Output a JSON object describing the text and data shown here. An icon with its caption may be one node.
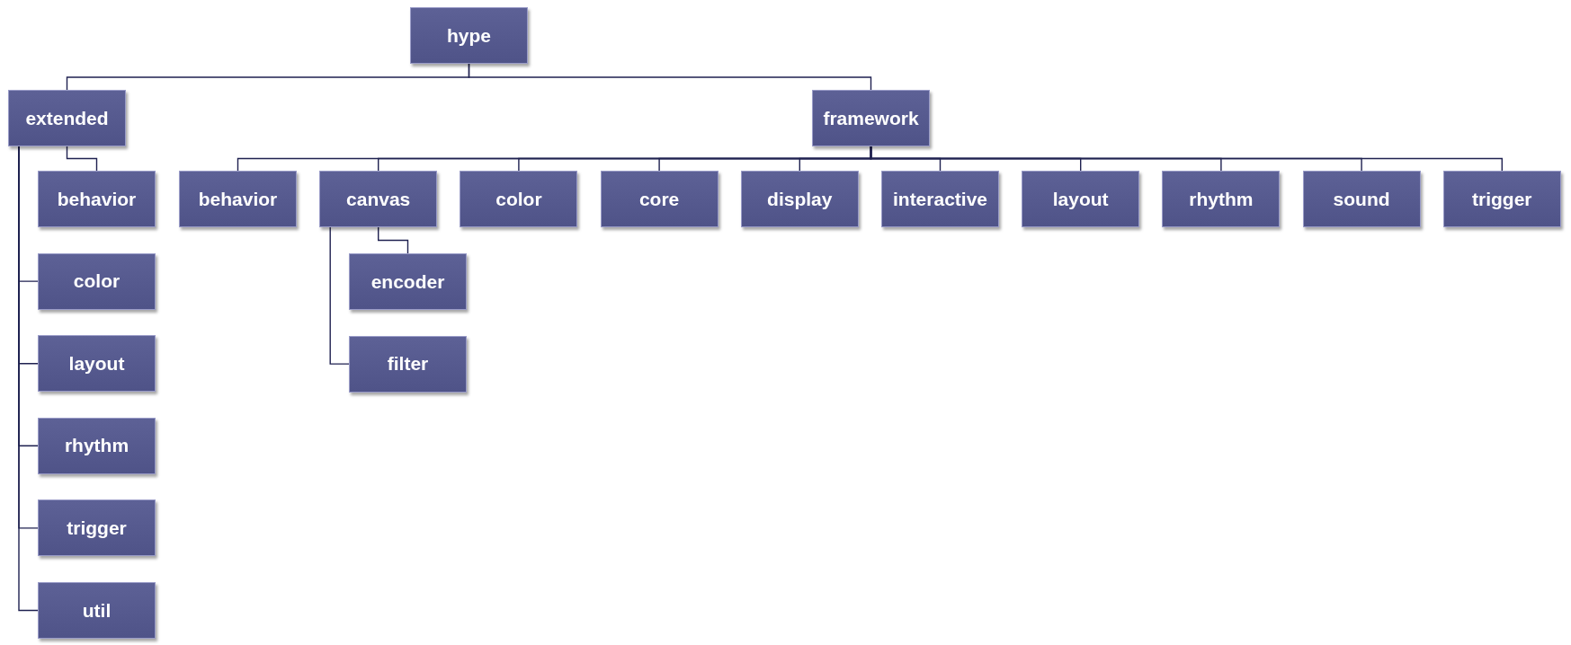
{
  "diagram": {
    "nodes": [
      {
        "text": [
          "hype"
        ]
      },
      {
        "text": [
          "extended"
        ]
      },
      {
        "text": [
          "framework"
        ]
      },
      {
        "text": [
          "behavior"
        ]
      },
      {
        "text": [
          "color"
        ]
      },
      {
        "text": [
          "layout"
        ]
      },
      {
        "text": [
          "rhythm"
        ]
      },
      {
        "text": [
          "trigger"
        ]
      },
      {
        "text": [
          "util"
        ]
      },
      {
        "text": [
          "behavior"
        ]
      },
      {
        "text": [
          "canvas"
        ]
      },
      {
        "text": [
          "color"
        ]
      },
      {
        "text": [
          "core"
        ]
      },
      {
        "text": [
          "display"
        ]
      },
      {
        "text": [
          "interactive"
        ]
      },
      {
        "text": [
          "layout"
        ]
      },
      {
        "text": [
          "rhythm"
        ]
      },
      {
        "text": [
          "sound"
        ]
      },
      {
        "text": [
          "trigger"
        ]
      },
      {
        "text": [
          "encoder"
        ]
      },
      {
        "text": [
          "filter"
        ]
      }
    ],
    "edges": [
      {
        "from": 0,
        "to": 1,
        "arrow": "none"
      },
      {
        "from": 0,
        "to": 2,
        "arrow": "none"
      },
      {
        "from": 1,
        "to": 3,
        "arrow": "none"
      },
      {
        "from": 1,
        "to": 4,
        "arrow": "none"
      },
      {
        "from": 1,
        "to": 5,
        "arrow": "none"
      },
      {
        "from": 1,
        "to": 6,
        "arrow": "none"
      },
      {
        "from": 1,
        "to": 7,
        "arrow": "none"
      },
      {
        "from": 1,
        "to": 8,
        "arrow": "none"
      },
      {
        "from": 2,
        "to": 9,
        "arrow": "none"
      },
      {
        "from": 2,
        "to": 10,
        "arrow": "none"
      },
      {
        "from": 2,
        "to": 11,
        "arrow": "none"
      },
      {
        "from": 2,
        "to": 12,
        "arrow": "none"
      },
      {
        "from": 2,
        "to": 13,
        "arrow": "none"
      },
      {
        "from": 2,
        "to": 14,
        "arrow": "none"
      },
      {
        "from": 2,
        "to": 15,
        "arrow": "none"
      },
      {
        "from": 2,
        "to": 16,
        "arrow": "none"
      },
      {
        "from": 2,
        "to": 17,
        "arrow": "none"
      },
      {
        "from": 2,
        "to": 18,
        "arrow": "none"
      },
      {
        "from": 10,
        "to": 19,
        "arrow": "none"
      },
      {
        "from": 10,
        "to": 20,
        "arrow": "none"
      }
    ]
  }
}
